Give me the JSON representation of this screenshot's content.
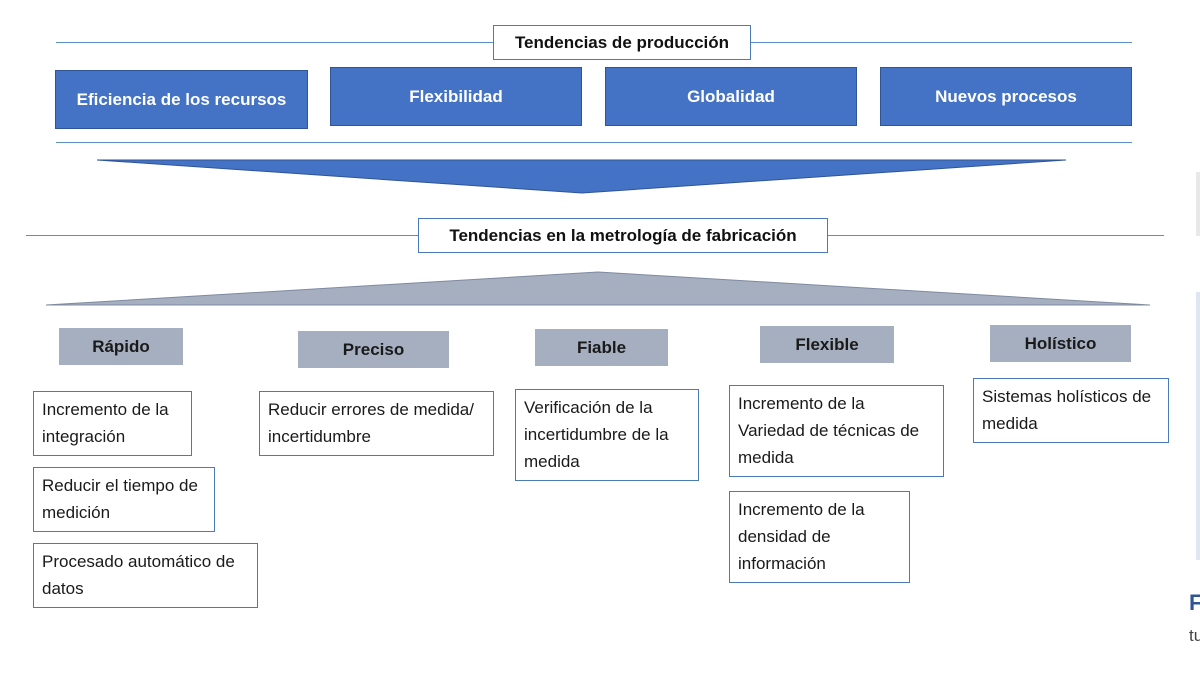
{
  "top": {
    "title": "Tendencias de producción",
    "items": [
      "Eficiencia de los recursos",
      "Flexibilidad",
      "Globalidad",
      "Nuevos procesos"
    ]
  },
  "middle": {
    "title": "Tendencias en la metrología de fabricación"
  },
  "categories": [
    {
      "label": "Rápido",
      "items": [
        "Incremento de la integración",
        "Reducir el tiempo de medición",
        "Procesado automático de datos"
      ]
    },
    {
      "label": "Preciso",
      "items": [
        "Reducir errores de medida/ incertidumbre"
      ]
    },
    {
      "label": "Fiable",
      "items": [
        "Verificación de la incertidumbre de la medida"
      ]
    },
    {
      "label": "Flexible",
      "items": [
        "Incremento de la Variedad de técnicas de medida",
        "Incremento de la densidad de información"
      ]
    },
    {
      "label": "Holístico",
      "items": [
        "Sistemas holísticos de medida"
      ]
    }
  ],
  "edge": {
    "letter": "F",
    "fragment": "tu"
  },
  "colors": {
    "blue": "#4472c4",
    "grey": "#a6afc0",
    "line": "#5b8fc9"
  }
}
